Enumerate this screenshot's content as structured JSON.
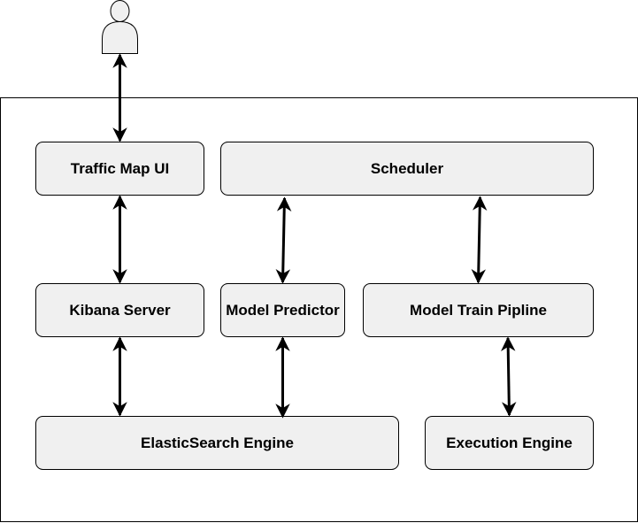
{
  "diagram": {
    "actor": {
      "icon": "user-icon"
    },
    "nodes": {
      "traffic_map_ui": "Traffic Map UI",
      "scheduler": "Scheduler",
      "kibana_server": "Kibana Server",
      "model_predictor": "Model Predictor",
      "model_train_pipeline": "Model Train Pipline",
      "elasticsearch_engine": "ElasticSearch Engine",
      "execution_engine": "Execution Engine"
    },
    "connections": [
      {
        "from": "user",
        "to": "traffic_map_ui",
        "direction": "bidirectional"
      },
      {
        "from": "traffic_map_ui",
        "to": "kibana_server",
        "direction": "bidirectional"
      },
      {
        "from": "scheduler",
        "to": "model_predictor",
        "direction": "bidirectional"
      },
      {
        "from": "scheduler",
        "to": "model_train_pipeline",
        "direction": "bidirectional"
      },
      {
        "from": "kibana_server",
        "to": "elasticsearch_engine",
        "direction": "bidirectional"
      },
      {
        "from": "model_predictor",
        "to": "elasticsearch_engine",
        "direction": "bidirectional"
      },
      {
        "from": "model_train_pipeline",
        "to": "execution_engine",
        "direction": "bidirectional"
      }
    ],
    "colors": {
      "node_fill": "#f0f0f0",
      "stroke": "#000000",
      "background": "#ffffff"
    }
  }
}
